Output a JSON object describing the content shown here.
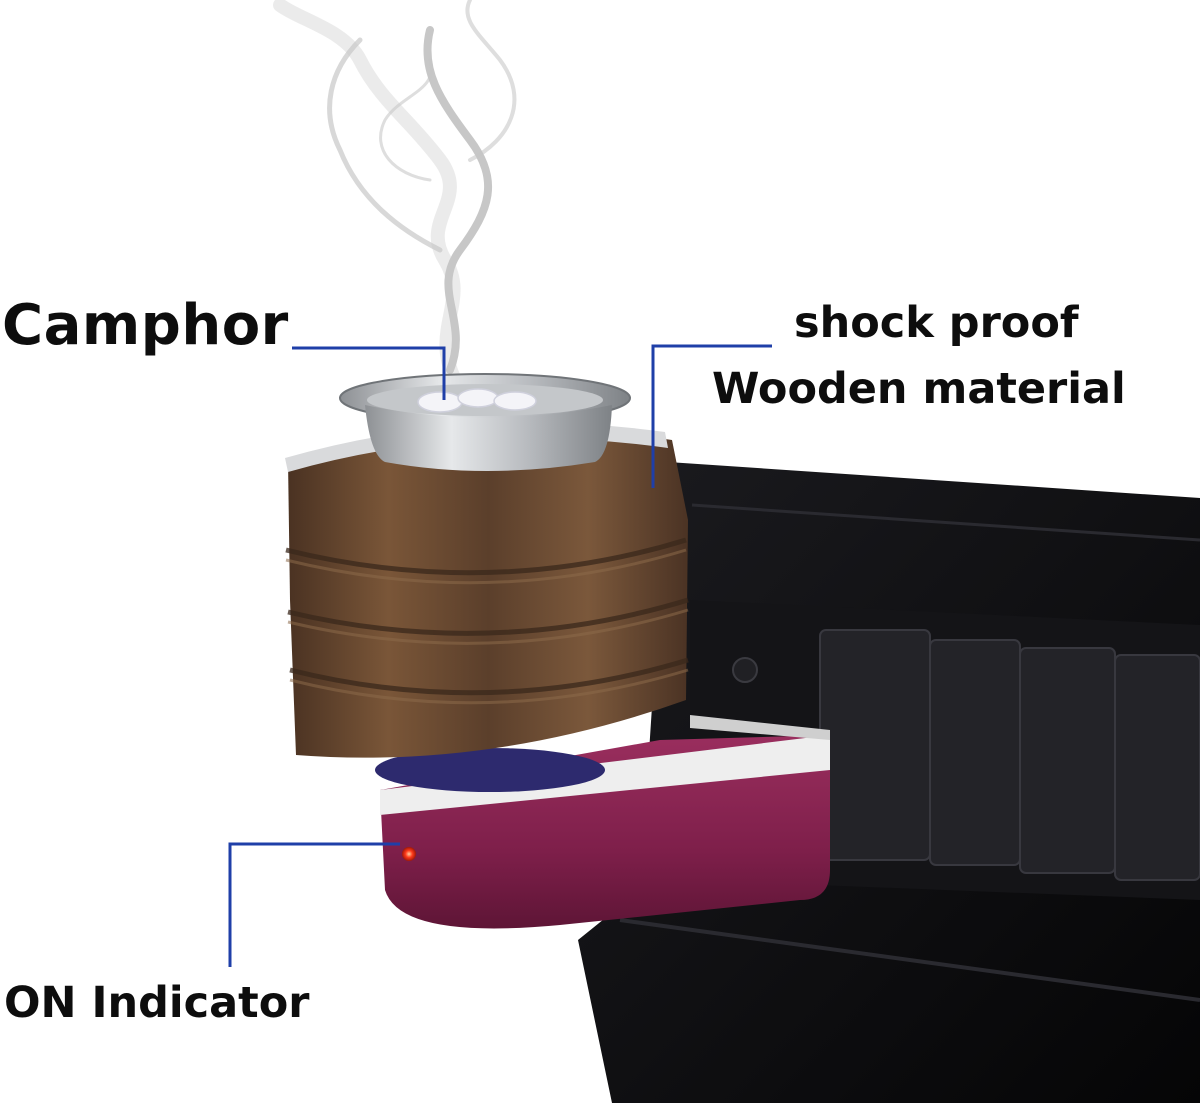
{
  "labels": {
    "camphor": "Camphor",
    "shock_proof": "shock proof",
    "wooden_material": "Wooden material",
    "on_indicator": "ON Indicator"
  },
  "colors": {
    "background": "#ffffff",
    "leader_line": "#1f3fa8",
    "label_text": "#0d0d0d",
    "wood": "#6b4a32",
    "plug_body": "#8a2452",
    "socket_plate": "#0c0c0e",
    "indicator_led": "#ff3a1a"
  }
}
